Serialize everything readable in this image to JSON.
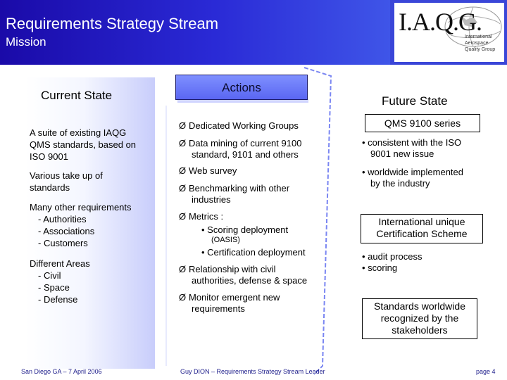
{
  "header": {
    "title": "Requirements Strategy Stream",
    "subtitle": "Mission",
    "logo_letters": "I.A.Q.G.",
    "logo_tagline": [
      "International Aerospace",
      "Quality Group"
    ]
  },
  "current_state": {
    "heading": "Current State",
    "block1": [
      "A suite of existing IAQG",
      "QMS standards, based on",
      "ISO 9001"
    ],
    "block2": [
      "Various take up of",
      "standards"
    ],
    "block3": [
      "Many other requirements",
      "- Authorities",
      "- Associations",
      "- Customers"
    ],
    "block4": [
      "Different Areas",
      "- Civil",
      "- Space",
      "- Defense"
    ]
  },
  "actions": {
    "heading": "Actions",
    "arrow": "Ø",
    "bullets": [
      {
        "lines": [
          "Dedicated Working Groups"
        ]
      },
      {
        "lines": [
          "Data mining of current 9100",
          "standard,  9101 and others"
        ]
      },
      {
        "lines": [
          "Web survey"
        ]
      },
      {
        "lines": [
          "Benchmarking with other",
          "industries"
        ]
      },
      {
        "lines": [
          "Metrics :"
        ]
      },
      {
        "lines": [
          "Relationship with civil",
          "authorities, defense & space"
        ]
      },
      {
        "lines": [
          "Monitor emergent new",
          "requirements"
        ]
      }
    ],
    "metrics_sub": [
      "• Scoring deployment",
      "(OASIS)",
      "• Certification deployment"
    ]
  },
  "future_state": {
    "heading": "Future State",
    "box1": "QMS 9100 series",
    "box1_items": [
      [
        "• consistent with the ISO",
        "9001 new issue"
      ],
      [
        "• worldwide implemented",
        "by the industry"
      ]
    ],
    "box2": [
      "International unique",
      "Certification Scheme"
    ],
    "box2_items": [
      "• audit process",
      "• scoring"
    ],
    "box3": [
      "Standards worldwide",
      "recognized by the",
      "stakeholders"
    ]
  },
  "footer": {
    "left": "San Diego GA – 7 April 2006",
    "center": "Guy DION – Requirements Strategy Stream Leader",
    "right": "page 4"
  },
  "colors": {
    "header_blue": "#2a2ad6",
    "actions_blue": "#6a78f5"
  }
}
